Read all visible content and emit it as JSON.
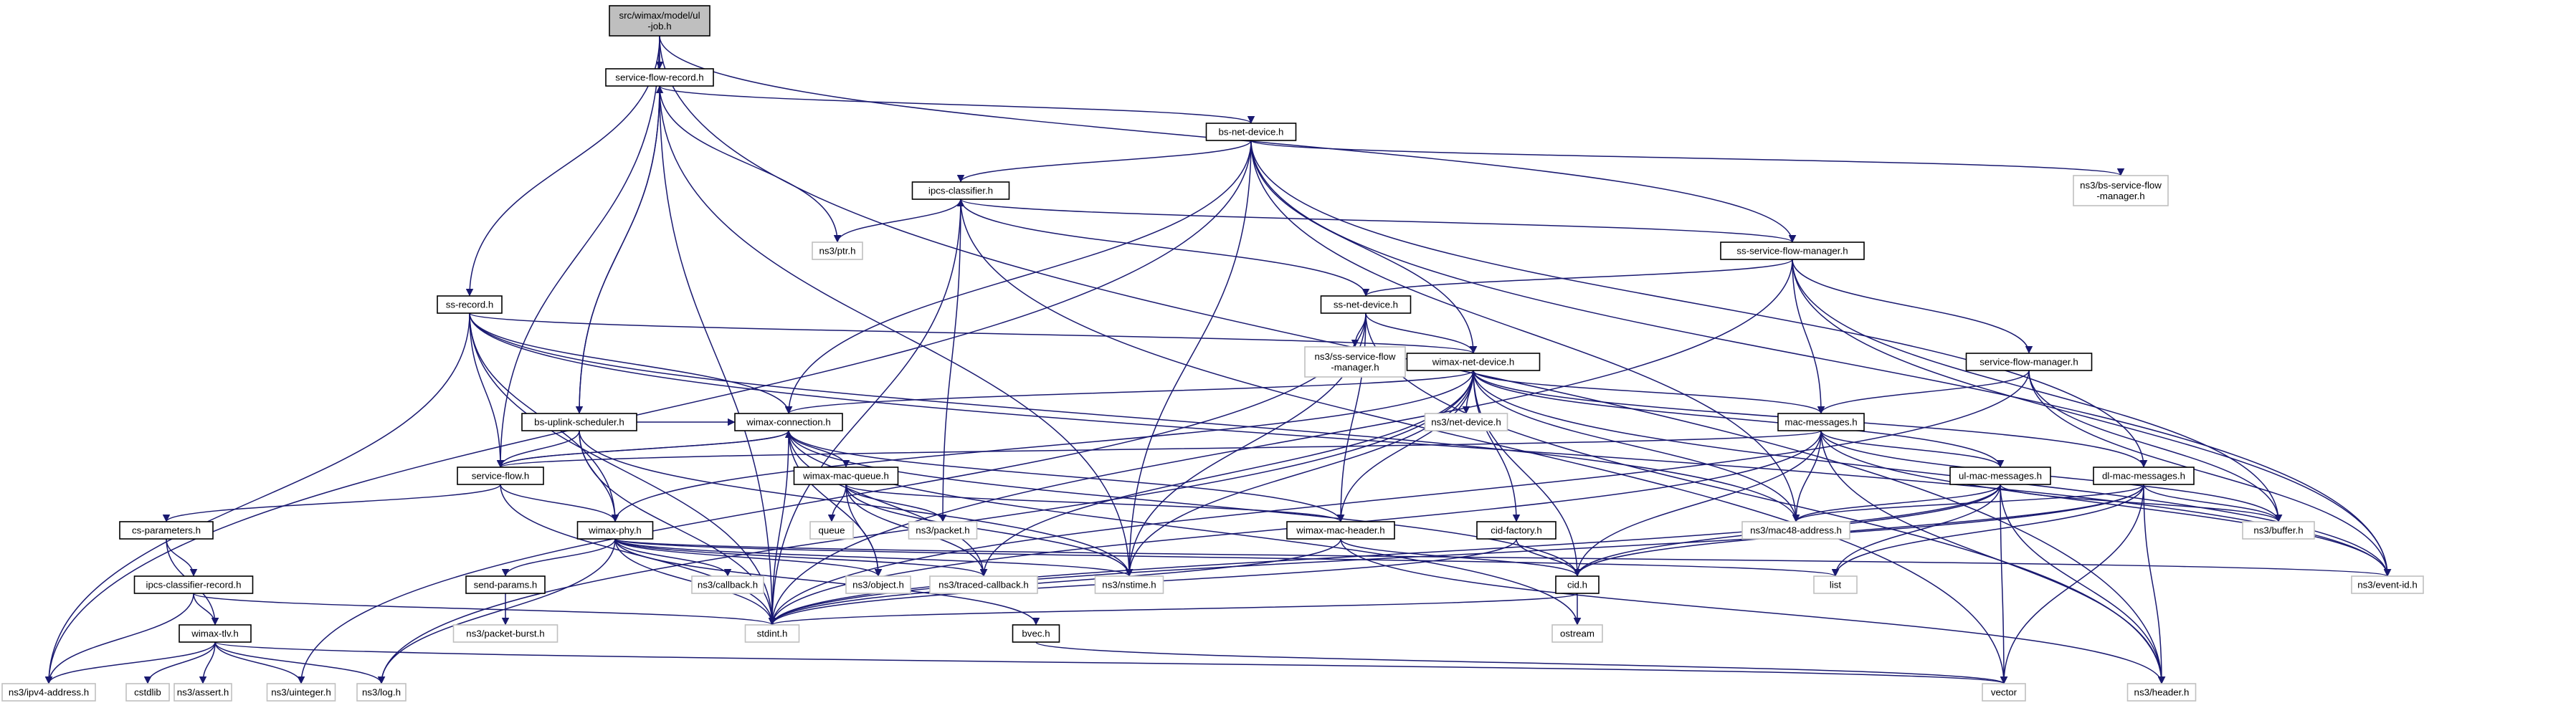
{
  "diagram": {
    "title": "",
    "edge_color": "#191970",
    "root_fill": "#bfbfbf",
    "system_border": "#c0c0c0",
    "nodes": [
      {
        "id": "root",
        "lines": [
          "src/wimax/model/ul",
          "-job.h"
        ],
        "kind": "root"
      },
      {
        "id": "sfr",
        "lines": [
          "service-flow-record.h"
        ],
        "kind": "project"
      },
      {
        "id": "bsnd",
        "lines": [
          "bs-net-device.h"
        ],
        "kind": "project"
      },
      {
        "id": "ipcs",
        "lines": [
          "ipcs-classifier.h"
        ],
        "kind": "project"
      },
      {
        "id": "bssfm",
        "lines": [
          "ns3/bs-service-flow",
          "-manager.h"
        ],
        "kind": "system"
      },
      {
        "id": "ptr",
        "lines": [
          "ns3/ptr.h"
        ],
        "kind": "system"
      },
      {
        "id": "sssfm",
        "lines": [
          "ss-service-flow-manager.h"
        ],
        "kind": "project"
      },
      {
        "id": "ssrec",
        "lines": [
          "ss-record.h"
        ],
        "kind": "project"
      },
      {
        "id": "ssnd",
        "lines": [
          "ss-net-device.h"
        ],
        "kind": "project"
      },
      {
        "id": "nssssfm",
        "lines": [
          "ns3/ss-service-flow",
          "-manager.h"
        ],
        "kind": "system"
      },
      {
        "id": "sfm",
        "lines": [
          "service-flow-manager.h"
        ],
        "kind": "project"
      },
      {
        "id": "wnd",
        "lines": [
          "wimax-net-device.h"
        ],
        "kind": "project"
      },
      {
        "id": "bsus",
        "lines": [
          "bs-uplink-scheduler.h"
        ],
        "kind": "project"
      },
      {
        "id": "wconn",
        "lines": [
          "wimax-connection.h"
        ],
        "kind": "project"
      },
      {
        "id": "netdev",
        "lines": [
          "ns3/net-device.h"
        ],
        "kind": "system"
      },
      {
        "id": "macmsg",
        "lines": [
          "mac-messages.h"
        ],
        "kind": "project"
      },
      {
        "id": "sflow",
        "lines": [
          "service-flow.h"
        ],
        "kind": "project"
      },
      {
        "id": "wmq",
        "lines": [
          "wimax-mac-queue.h"
        ],
        "kind": "project"
      },
      {
        "id": "ulmac",
        "lines": [
          "ul-mac-messages.h"
        ],
        "kind": "project"
      },
      {
        "id": "dlmac",
        "lines": [
          "dl-mac-messages.h"
        ],
        "kind": "project"
      },
      {
        "id": "csparam",
        "lines": [
          "cs-parameters.h"
        ],
        "kind": "project"
      },
      {
        "id": "wphy",
        "lines": [
          "wimax-phy.h"
        ],
        "kind": "project"
      },
      {
        "id": "queue",
        "lines": [
          "queue"
        ],
        "kind": "system"
      },
      {
        "id": "packet",
        "lines": [
          "ns3/packet.h"
        ],
        "kind": "system"
      },
      {
        "id": "wmh",
        "lines": [
          "wimax-mac-header.h"
        ],
        "kind": "project"
      },
      {
        "id": "cidf",
        "lines": [
          "cid-factory.h"
        ],
        "kind": "project"
      },
      {
        "id": "mac48",
        "lines": [
          "ns3/mac48-address.h"
        ],
        "kind": "system"
      },
      {
        "id": "buffer",
        "lines": [
          "ns3/buffer.h"
        ],
        "kind": "system"
      },
      {
        "id": "ipcsrec",
        "lines": [
          "ipcs-classifier-record.h"
        ],
        "kind": "project"
      },
      {
        "id": "sendp",
        "lines": [
          "send-params.h"
        ],
        "kind": "project"
      },
      {
        "id": "callback",
        "lines": [
          "ns3/callback.h"
        ],
        "kind": "system"
      },
      {
        "id": "object",
        "lines": [
          "ns3/object.h"
        ],
        "kind": "system"
      },
      {
        "id": "traced",
        "lines": [
          "ns3/traced-callback.h"
        ],
        "kind": "system"
      },
      {
        "id": "nstime",
        "lines": [
          "ns3/nstime.h"
        ],
        "kind": "system"
      },
      {
        "id": "list",
        "lines": [
          "list"
        ],
        "kind": "system"
      },
      {
        "id": "eventid",
        "lines": [
          "ns3/event-id.h"
        ],
        "kind": "system"
      },
      {
        "id": "cid",
        "lines": [
          "cid.h"
        ],
        "kind": "project"
      },
      {
        "id": "stdint",
        "lines": [
          "stdint.h"
        ],
        "kind": "system"
      },
      {
        "id": "pburst",
        "lines": [
          "ns3/packet-burst.h"
        ],
        "kind": "system"
      },
      {
        "id": "bvec",
        "lines": [
          "bvec.h"
        ],
        "kind": "project"
      },
      {
        "id": "ostream",
        "lines": [
          "ostream"
        ],
        "kind": "system"
      },
      {
        "id": "wtlv",
        "lines": [
          "wimax-tlv.h"
        ],
        "kind": "project"
      },
      {
        "id": "ipv4",
        "lines": [
          "ns3/ipv4-address.h"
        ],
        "kind": "system"
      },
      {
        "id": "cstdlib",
        "lines": [
          "cstdlib"
        ],
        "kind": "system"
      },
      {
        "id": "assert",
        "lines": [
          "ns3/assert.h"
        ],
        "kind": "system"
      },
      {
        "id": "uinteger",
        "lines": [
          "ns3/uinteger.h"
        ],
        "kind": "system"
      },
      {
        "id": "log",
        "lines": [
          "ns3/log.h"
        ],
        "kind": "system"
      },
      {
        "id": "vector",
        "lines": [
          "vector"
        ],
        "kind": "system"
      },
      {
        "id": "header",
        "lines": [
          "ns3/header.h"
        ],
        "kind": "system"
      }
    ],
    "edges": [
      [
        "root",
        "sfr"
      ],
      [
        "root",
        "ssrec"
      ],
      [
        "root",
        "sflow"
      ],
      [
        "root",
        "sssfm"
      ],
      [
        "root",
        "header"
      ],
      [
        "sfr",
        "bsnd"
      ],
      [
        "sfr",
        "ptr"
      ],
      [
        "sfr",
        "nstime"
      ],
      [
        "sfr",
        "stdint"
      ],
      [
        "sfr",
        "bsus"
      ],
      [
        "bsnd",
        "ipcs"
      ],
      [
        "bsnd",
        "bssfm"
      ],
      [
        "bsnd",
        "wnd"
      ],
      [
        "bsnd",
        "wconn"
      ],
      [
        "bsnd",
        "nstime"
      ],
      [
        "bsnd",
        "mac48"
      ],
      [
        "bsnd",
        "dlmac"
      ],
      [
        "bsnd",
        "ipv4"
      ],
      [
        "bsnd",
        "eventid"
      ],
      [
        "ipcs",
        "ptr"
      ],
      [
        "ipcs",
        "packet"
      ],
      [
        "ipcs",
        "sssfm"
      ],
      [
        "ipcs",
        "stdint"
      ],
      [
        "ipcs",
        "vector"
      ],
      [
        "sssfm",
        "ssnd"
      ],
      [
        "sssfm",
        "sfm"
      ],
      [
        "sssfm",
        "macmsg"
      ],
      [
        "sssfm",
        "buffer"
      ],
      [
        "sssfm",
        "eventid"
      ],
      [
        "sssfm",
        "stdint"
      ],
      [
        "ssrec",
        "wnd"
      ],
      [
        "ssrec",
        "wconn"
      ],
      [
        "ssrec",
        "sflow"
      ],
      [
        "ssrec",
        "wphy"
      ],
      [
        "ssrec",
        "ipv4"
      ],
      [
        "ssrec",
        "stdint"
      ],
      [
        "ssrec",
        "mac48"
      ],
      [
        "ssrec",
        "eventid"
      ],
      [
        "ssnd",
        "ipcs"
      ],
      [
        "ssnd",
        "nssssfm"
      ],
      [
        "ssnd",
        "wnd"
      ],
      [
        "ssnd",
        "wmh"
      ],
      [
        "ssnd",
        "nstime"
      ],
      [
        "ssnd",
        "uinteger"
      ],
      [
        "ssnd",
        "header"
      ],
      [
        "sfm",
        "macmsg"
      ],
      [
        "sfm",
        "buffer"
      ],
      [
        "sfm",
        "eventid"
      ],
      [
        "sfm",
        "stdint"
      ],
      [
        "wnd",
        "wconn"
      ],
      [
        "wnd",
        "netdev"
      ],
      [
        "wnd",
        "macmsg"
      ],
      [
        "wnd",
        "ulmac"
      ],
      [
        "wnd",
        "dlmac"
      ],
      [
        "wnd",
        "wphy"
      ],
      [
        "wnd",
        "wmh"
      ],
      [
        "wnd",
        "cidf"
      ],
      [
        "wnd",
        "cid"
      ],
      [
        "wnd",
        "mac48"
      ],
      [
        "wnd",
        "traced"
      ],
      [
        "wnd",
        "nstime"
      ],
      [
        "wnd",
        "log"
      ],
      [
        "wnd",
        "eventid"
      ],
      [
        "bsus",
        "sfr"
      ],
      [
        "bsus",
        "wconn"
      ],
      [
        "bsus",
        "sflow"
      ],
      [
        "bsus",
        "wphy"
      ],
      [
        "bsus",
        "nstime"
      ],
      [
        "bsus",
        "stdint"
      ],
      [
        "wconn",
        "sflow"
      ],
      [
        "wconn",
        "wmq"
      ],
      [
        "wconn",
        "wmh"
      ],
      [
        "wconn",
        "cid"
      ],
      [
        "wconn",
        "object"
      ],
      [
        "wconn",
        "traced"
      ],
      [
        "wconn",
        "stdint"
      ],
      [
        "wconn",
        "ostream"
      ],
      [
        "macmsg",
        "sflow"
      ],
      [
        "macmsg",
        "ulmac"
      ],
      [
        "macmsg",
        "cid"
      ],
      [
        "macmsg",
        "mac48"
      ],
      [
        "macmsg",
        "buffer"
      ],
      [
        "macmsg",
        "stdint"
      ],
      [
        "macmsg",
        "eventid"
      ],
      [
        "macmsg",
        "header"
      ],
      [
        "sflow",
        "csparam"
      ],
      [
        "sflow",
        "wphy"
      ],
      [
        "sflow",
        "wconn"
      ],
      [
        "sflow",
        "stdint"
      ],
      [
        "wmq",
        "queue"
      ],
      [
        "wmq",
        "packet"
      ],
      [
        "wmq",
        "wmh"
      ],
      [
        "wmq",
        "object"
      ],
      [
        "wmq",
        "traced"
      ],
      [
        "wmq",
        "nstime"
      ],
      [
        "ulmac",
        "cid"
      ],
      [
        "ulmac",
        "mac48"
      ],
      [
        "ulmac",
        "buffer"
      ],
      [
        "ulmac",
        "list"
      ],
      [
        "ulmac",
        "stdint"
      ],
      [
        "ulmac",
        "vector"
      ],
      [
        "ulmac",
        "header"
      ],
      [
        "dlmac",
        "cid"
      ],
      [
        "dlmac",
        "mac48"
      ],
      [
        "dlmac",
        "buffer"
      ],
      [
        "dlmac",
        "list"
      ],
      [
        "dlmac",
        "stdint"
      ],
      [
        "dlmac",
        "vector"
      ],
      [
        "dlmac",
        "header"
      ],
      [
        "csparam",
        "ipcsrec"
      ],
      [
        "csparam",
        "wtlv"
      ],
      [
        "wphy",
        "sendp"
      ],
      [
        "wphy",
        "callback"
      ],
      [
        "wphy",
        "object"
      ],
      [
        "wphy",
        "traced"
      ],
      [
        "wphy",
        "nstime"
      ],
      [
        "wphy",
        "list"
      ],
      [
        "wphy",
        "eventid"
      ],
      [
        "wphy",
        "stdint"
      ],
      [
        "wphy",
        "bvec"
      ],
      [
        "wphy",
        "log"
      ],
      [
        "wmh",
        "cid"
      ],
      [
        "wmh",
        "stdint"
      ],
      [
        "wmh",
        "header"
      ],
      [
        "cidf",
        "cid"
      ],
      [
        "cidf",
        "stdint"
      ],
      [
        "ipcsrec",
        "wtlv"
      ],
      [
        "ipcsrec",
        "ipv4"
      ],
      [
        "ipcsrec",
        "stdint"
      ],
      [
        "sendp",
        "pburst"
      ],
      [
        "cid",
        "stdint"
      ],
      [
        "cid",
        "ostream"
      ],
      [
        "bvec",
        "vector"
      ],
      [
        "wtlv",
        "ipv4"
      ],
      [
        "wtlv",
        "cstdlib"
      ],
      [
        "wtlv",
        "assert"
      ],
      [
        "wtlv",
        "uinteger"
      ],
      [
        "wtlv",
        "log"
      ],
      [
        "wtlv",
        "vector"
      ]
    ]
  }
}
